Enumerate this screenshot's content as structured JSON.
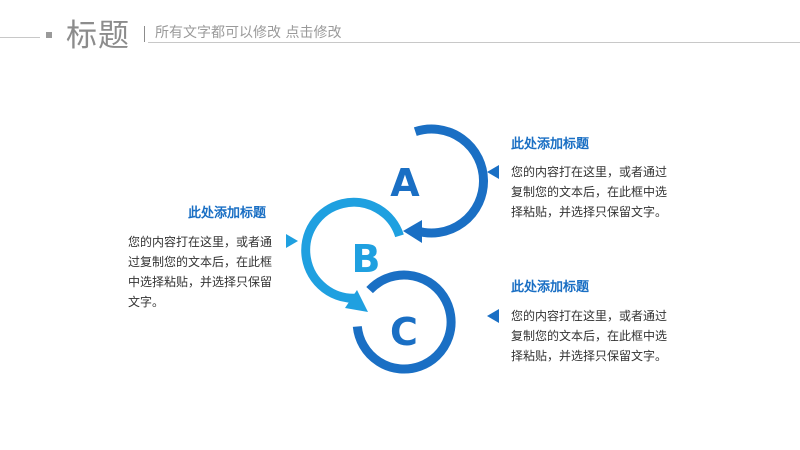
{
  "header": {
    "title": "标题",
    "subtitle": "所有文字都可以修改  点击修改"
  },
  "diagram": {
    "nodes": [
      {
        "letter": "A",
        "color": "#1a6fc4"
      },
      {
        "letter": "B",
        "color": "#1fa0e0"
      },
      {
        "letter": "C",
        "color": "#1a6fc4"
      }
    ]
  },
  "blocks": [
    {
      "heading": "此处添加标题",
      "body": "您的内容打在这里，或者通过复制您的文本后，在此框中选择粘贴，并选择只保留文字。"
    },
    {
      "heading": "此处添加标题",
      "body": "您的内容打在这里，或者通过复制您的文本后，在此框中选择粘贴，并选择只保留文字。"
    },
    {
      "heading": "此处添加标题",
      "body": "您的内容打在这里，或者通过复制您的文本后，在此框中选择粘贴，并选择只保留文字。"
    }
  ]
}
